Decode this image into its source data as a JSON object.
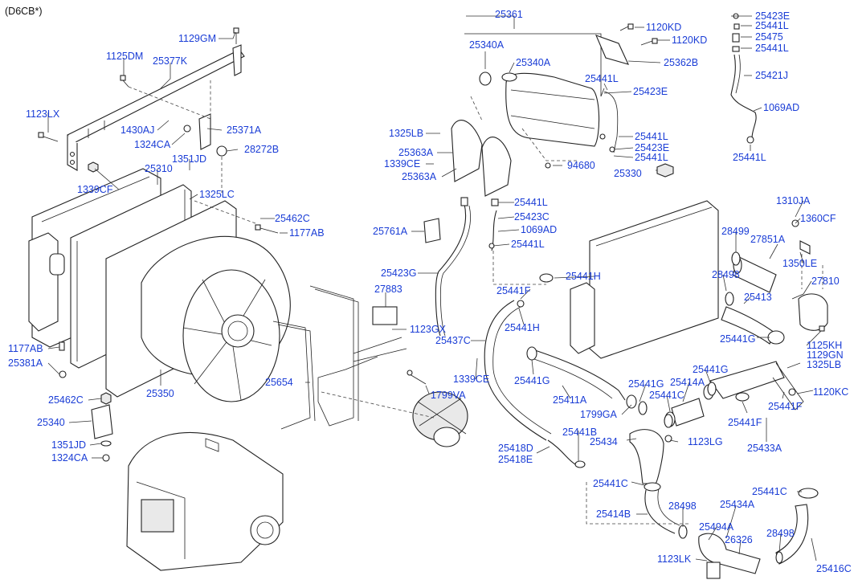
{
  "header": {
    "variant": "(D6CB*)"
  },
  "labels": {
    "p25361": "25361",
    "p25423E_a": "25423E",
    "p25441L_a": "25441L",
    "p25475": "25475",
    "p25441L_b": "25441L",
    "p25421J": "25421J",
    "p1069AD_a": "1069AD",
    "p25441L_c": "25441L",
    "p1120KD_a": "1120KD",
    "p1120KD_b": "1120KD",
    "p25362B": "25362B",
    "p25340A_a": "25340A",
    "p25340A_b": "25340A",
    "p25441L_d": "25441L",
    "p25423E_b": "25423E",
    "p25441L_e": "25441L",
    "p25423E_c": "25423E",
    "p25441L_f": "25441L",
    "p94680": "94680",
    "p25330": "25330",
    "p1325LB_a": "1325LB",
    "p25363A_a": "25363A",
    "p1339CE_a": "1339CE",
    "p25363A_b": "25363A",
    "p25441L_g": "25441L",
    "p25423C": "25423C",
    "p1069AD_b": "1069AD",
    "p25441L_h": "25441L",
    "p25761A": "25761A",
    "p25423G": "25423G",
    "p27883": "27883",
    "p1123GX": "1123GX",
    "p25437C": "25437C",
    "p1339CE_b": "1339CE",
    "p1799VA": "1799VA",
    "p25654": "25654",
    "p1129GM": "1129GM",
    "p1125DM": "1125DM",
    "p25377K": "25377K",
    "p1123LX": "1123LX",
    "p1430AJ": "1430AJ",
    "p25371A": "25371A",
    "p1324CA_a": "1324CA",
    "p28272B": "28272B",
    "p1351JD_a": "1351JD",
    "p25310": "25310",
    "p1339CF": "1339CF",
    "p1325LC": "1325LC",
    "p25462C_a": "25462C",
    "p1177AB_a": "1177AB",
    "p1177AB_b": "1177AB",
    "p25381A": "25381A",
    "p25350": "25350",
    "p25462C_b": "25462C",
    "p25340": "25340",
    "p1351JD_b": "1351JD",
    "p1324CA_b": "1324CA",
    "p1310JA": "1310JA",
    "p1360CF": "1360CF",
    "p28499": "28499",
    "p27851A": "27851A",
    "p1350LE": "1350LE",
    "p28498_a": "28498",
    "p27810": "27810",
    "p25413": "25413",
    "p25441H_a": "25441H",
    "p25441F_a": "25441F",
    "p25441H_b": "25441H",
    "p25441G_a": "25441G",
    "p1125KH": "1125KH",
    "p1129GN": "1129GN",
    "p1325LB_b": "1325LB",
    "p25441G_b": "25441G",
    "p25411A": "25411A",
    "p25441G_c": "25441G",
    "p25441G_d": "25441G",
    "p25414A": "25414A",
    "p25441C_a": "25441C",
    "p1120KC": "1120KC",
    "p1799GA": "1799GA",
    "p25441F_b": "25441F",
    "p25441F_c": "25441F",
    "p25441B": "25441B",
    "p25434": "25434",
    "p1123LG": "1123LG",
    "p25433A": "25433A",
    "p25418D": "25418D",
    "p25418E": "25418E",
    "p25441C_b": "25441C",
    "p25441C_c": "25441C",
    "p25414B": "25414B",
    "p28498_b": "28498",
    "p25434A": "25434A",
    "p25494A": "25494A",
    "p26326": "26326",
    "p28498_c": "28498",
    "p1123LK": "1123LK",
    "p25416C": "25416C"
  },
  "colors": {
    "label": "#1a3dd6",
    "line": "#222222",
    "background": "#ffffff"
  }
}
